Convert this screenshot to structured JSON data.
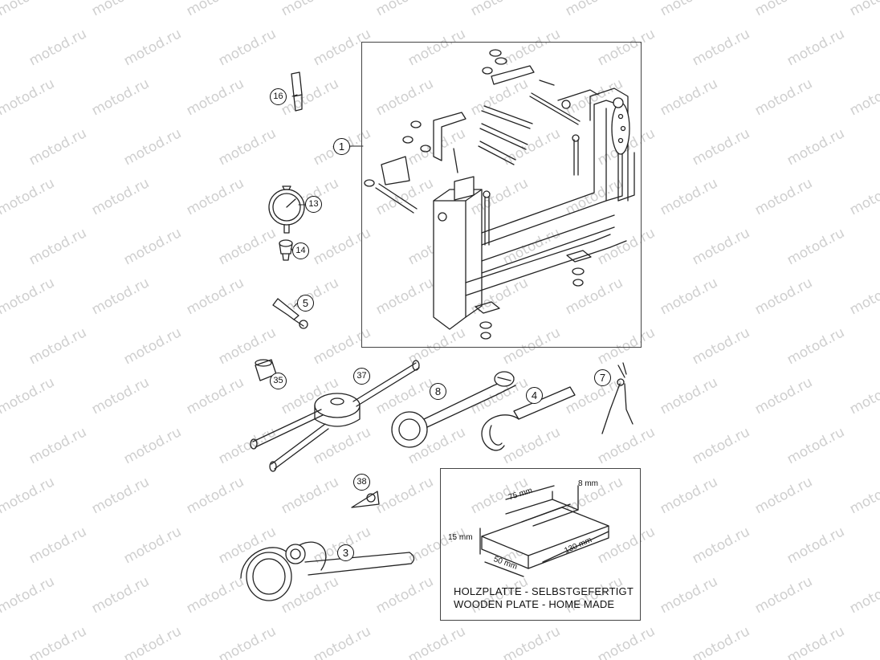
{
  "watermark": "motod.ru",
  "callouts": {
    "c1": "1",
    "c3": "3",
    "c4": "4",
    "c5": "5",
    "c7": "7",
    "c8": "8",
    "c13": "13",
    "c14": "14",
    "c16": "16",
    "c35": "35",
    "c37": "37",
    "c38": "38"
  },
  "plate": {
    "dim_width": "75 mm",
    "dim_slot": "8 mm",
    "dim_height": "15 mm",
    "dim_depth": "50 mm",
    "dim_length": "130 mm",
    "caption_de": "HOLZPLATTE - SELBSTGEFERTIGT",
    "caption_en": "WOODEN PLATE - HOME MADE"
  }
}
